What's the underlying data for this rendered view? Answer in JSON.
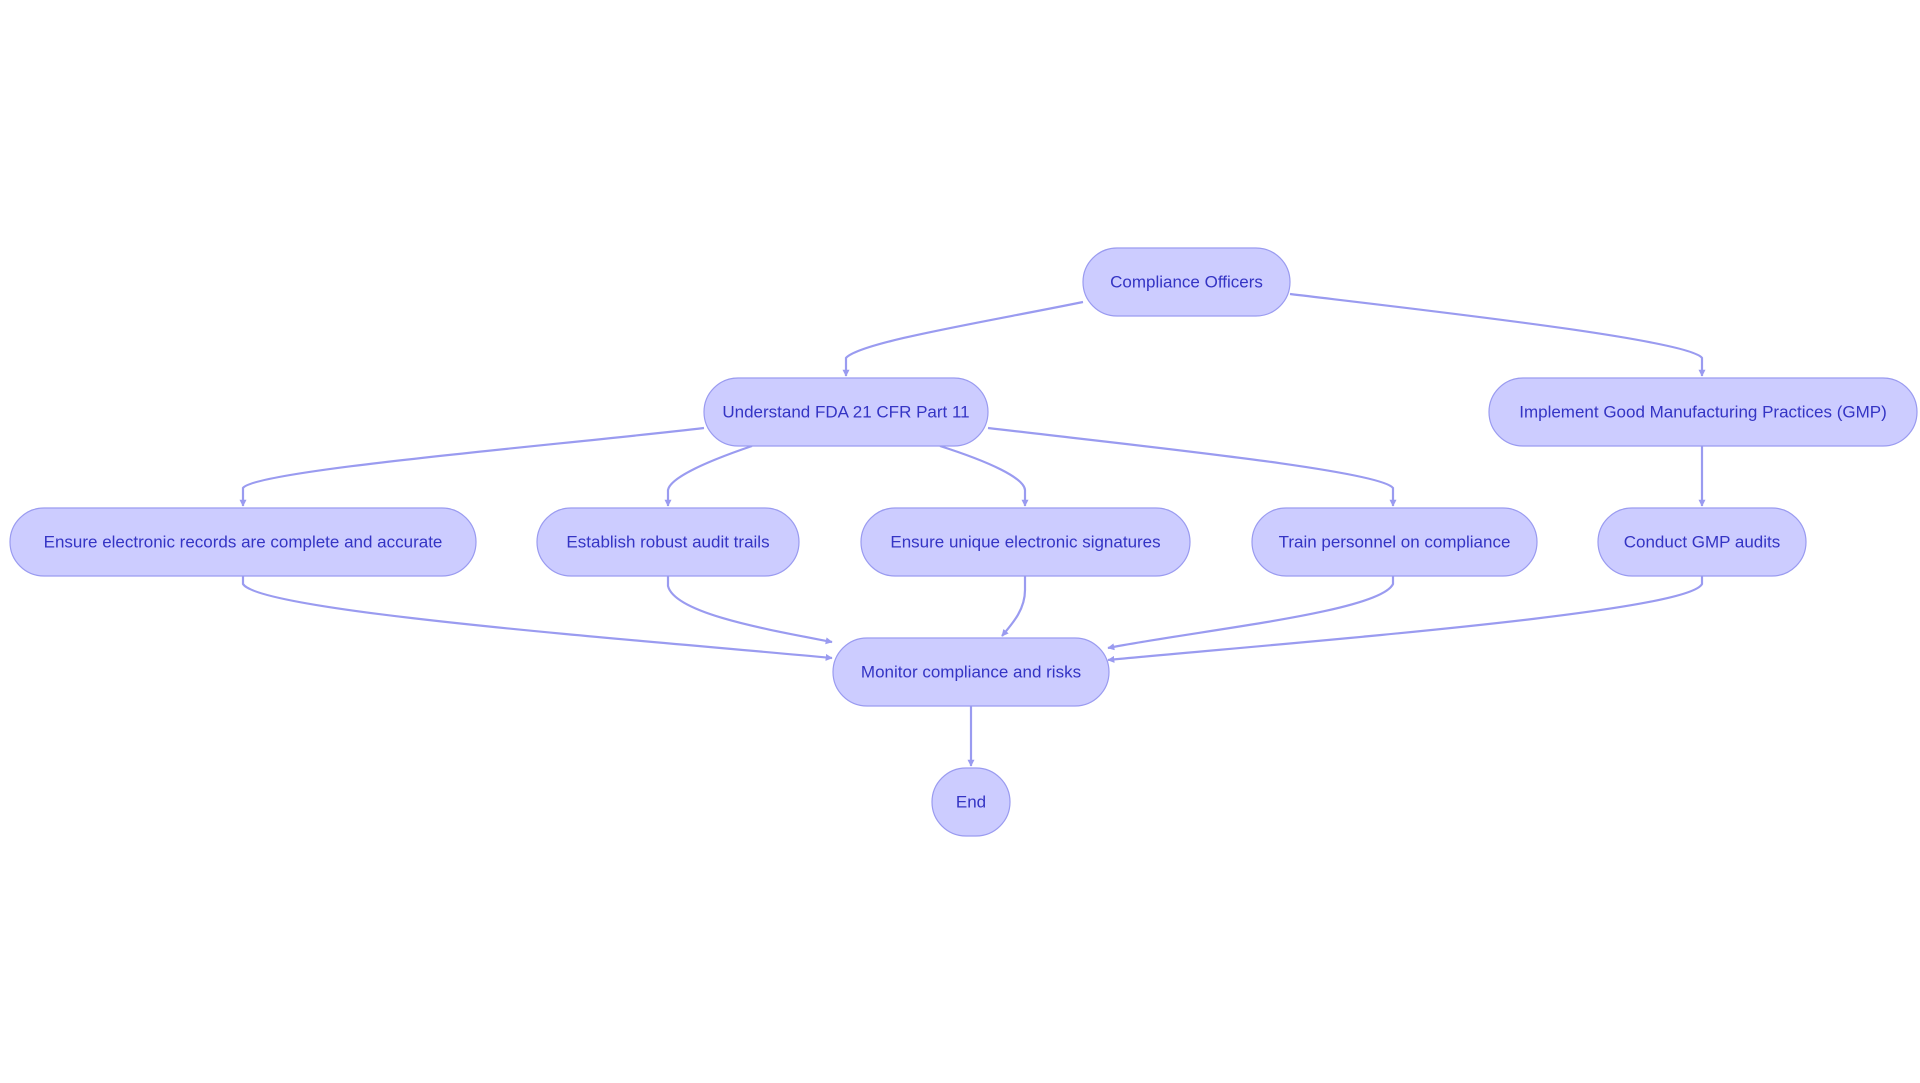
{
  "diagram": {
    "type": "flowchart",
    "colors": {
      "node_fill": "#ccccff",
      "node_border": "#9a9bf0",
      "node_text": "#3434c4",
      "edge": "#9a9bf0",
      "background": "#ffffff"
    },
    "nodes": {
      "compliance_officers": "Compliance Officers",
      "understand_fda": "Understand FDA 21 CFR Part 11",
      "implement_gmp": "Implement Good Manufacturing Practices (GMP)",
      "ensure_records": "Ensure electronic records are complete and accurate",
      "audit_trails": "Establish robust audit trails",
      "unique_signatures": "Ensure unique electronic signatures",
      "train_personnel": "Train personnel on compliance",
      "gmp_audits": "Conduct GMP audits",
      "monitor": "Monitor compliance and risks",
      "end": "End"
    },
    "edges": [
      {
        "from": "compliance_officers",
        "to": "understand_fda"
      },
      {
        "from": "compliance_officers",
        "to": "implement_gmp"
      },
      {
        "from": "understand_fda",
        "to": "ensure_records"
      },
      {
        "from": "understand_fda",
        "to": "audit_trails"
      },
      {
        "from": "understand_fda",
        "to": "unique_signatures"
      },
      {
        "from": "understand_fda",
        "to": "train_personnel"
      },
      {
        "from": "implement_gmp",
        "to": "gmp_audits"
      },
      {
        "from": "ensure_records",
        "to": "monitor"
      },
      {
        "from": "audit_trails",
        "to": "monitor"
      },
      {
        "from": "unique_signatures",
        "to": "monitor"
      },
      {
        "from": "train_personnel",
        "to": "monitor"
      },
      {
        "from": "gmp_audits",
        "to": "monitor"
      },
      {
        "from": "monitor",
        "to": "end"
      }
    ]
  }
}
